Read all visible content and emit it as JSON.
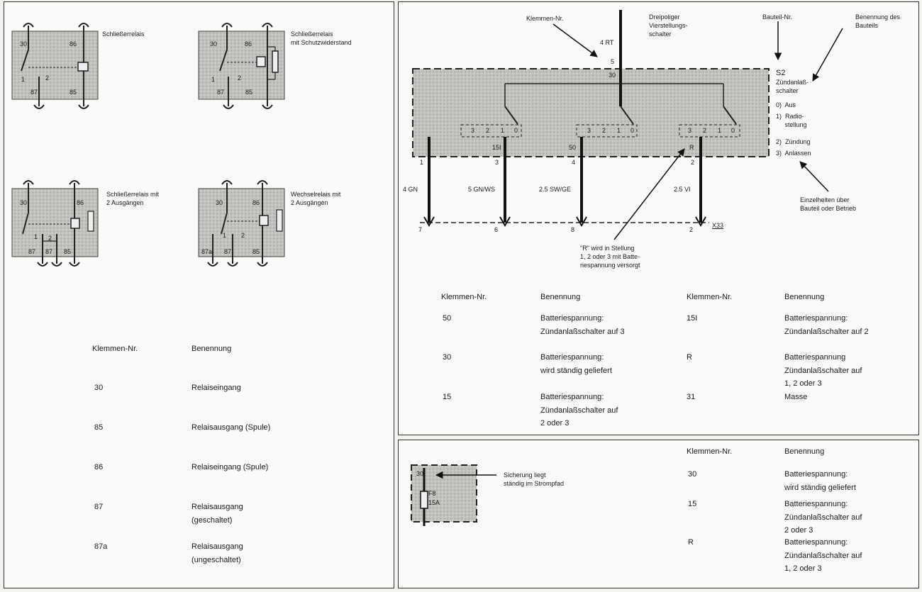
{
  "relays": [
    {
      "label": "Schließerrelais",
      "pins": [
        "30",
        "86",
        "87",
        "85"
      ],
      "mid": [
        "1",
        "2"
      ]
    },
    {
      "label": "Schließerrelais\nmit Schutzwiderstand",
      "pins": [
        "30",
        "86",
        "87",
        "85"
      ],
      "mid": [
        "1",
        "2"
      ]
    },
    {
      "label": "Schließerrelais mit\n2 Ausgängen",
      "pins": [
        "30",
        "86",
        "87",
        "87",
        "85"
      ],
      "mid": [
        "1",
        "2"
      ]
    },
    {
      "label": "Wechselrelais mit\n2 Ausgängen",
      "pins": [
        "30",
        "86",
        "87a",
        "87",
        "85"
      ],
      "mid": [
        "1",
        "2"
      ]
    }
  ],
  "relay_table": {
    "headers": [
      "Klemmen-Nr.",
      "Benennung"
    ],
    "rows": [
      [
        "30",
        "Relaiseingang"
      ],
      [
        "85",
        "Relaisausgang (Spule)"
      ],
      [
        "86",
        "Relaiseingang (Spule)"
      ],
      [
        "87",
        "Relaisausgang\n(geschaltet)"
      ],
      [
        "87a",
        "Relaisausgang\n(ungeschaltet)"
      ]
    ]
  },
  "switch": {
    "callout_terminal": "Klemmen-Nr.",
    "callout_switch": "Dreipoliger\nVierstellungs-\nschalter",
    "callout_part": "Bauteil-Nr.",
    "callout_name": "Benennung des\nBauteils",
    "wire_top": "4 RT",
    "wire_top_pin": "5",
    "terminal_top": "30",
    "part_id": "S2",
    "part_name": "Zündanlaß-\nschalter",
    "positions": [
      "0)  Aus",
      "1)  Radio-\n     stellung",
      "2)  Zündung",
      "3)  Anlassen"
    ],
    "details_note": "Einzelheiten über\nBauteil oder Betrieb",
    "pos_digits": [
      "3",
      "2",
      "1",
      "0"
    ],
    "terminals": [
      "15I",
      "50",
      "R"
    ],
    "pins_bottom": [
      "1",
      "3",
      "4",
      "2"
    ],
    "wires": [
      "4 GN",
      "5 GN/WS",
      "2.5 SW/GE",
      "2.5 VI"
    ],
    "conn_pins": [
      "7",
      "6",
      "8",
      "2"
    ],
    "connector": "X33",
    "r_note": "\"R\" wird in Stellung\n1, 2 oder 3 mit Batte-\nriespannung versorgt"
  },
  "switch_table": {
    "headers": [
      "Klemmen-Nr.",
      "Benennung",
      "Klemmen-Nr.",
      "Benennung"
    ],
    "rows": [
      [
        "50",
        "Batteriespannung:\nZündanlaßschalter auf 3",
        "15I",
        "Batteriespannung:\nZündanlaßschalter auf 2"
      ],
      [
        "30",
        "Batteriespannung:\nwird ständig geliefert",
        "R",
        "Batteriespannung\nZündanlaßschalter auf\n1, 2 oder 3"
      ],
      [
        "15",
        "Batteriespannung:\nZündanlaßschalter auf\n2 oder 3",
        "31",
        "Masse"
      ]
    ]
  },
  "fuse": {
    "terminal": "30",
    "fuse_id": "F8",
    "rating": "15A",
    "note": "Sicherung liegt\nständig im Strompfad"
  },
  "fuse_table": {
    "headers": [
      "Klemmen-Nr.",
      "Benennung"
    ],
    "rows": [
      [
        "30",
        "Batteriespannung:\nwird ständig geliefert"
      ],
      [
        "15",
        "Batteriespannung:\nZündanlaßschalter auf\n2 oder 3"
      ],
      [
        "R",
        "Batteriespannung:\nZündanlaßschalter auf\n1, 2 oder 3"
      ]
    ]
  }
}
